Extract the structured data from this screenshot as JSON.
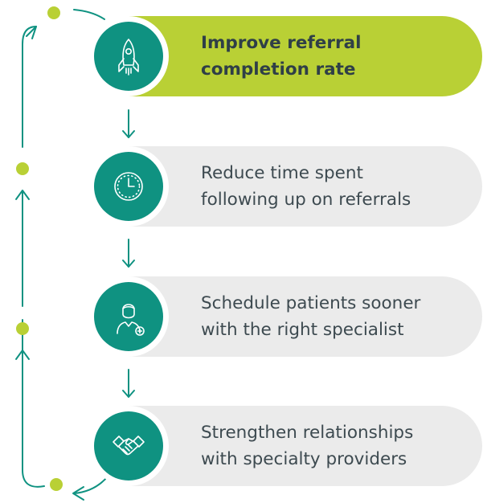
{
  "steps": [
    {
      "lines": [
        "Improve referral",
        "completion rate"
      ],
      "icon": "rocket-icon",
      "highlighted": true
    },
    {
      "lines": [
        "Reduce time spent",
        "following up on referrals"
      ],
      "icon": "clock-icon",
      "highlighted": false
    },
    {
      "lines": [
        "Schedule patients sooner",
        "with the right specialist"
      ],
      "icon": "doctor-icon",
      "highlighted": false
    },
    {
      "lines": [
        "Strengthen relationships",
        "with specialty providers"
      ],
      "icon": "handshake-icon",
      "highlighted": false
    }
  ],
  "colors": {
    "accent_green": "#b9d035",
    "teal": "#0f9281",
    "pill_gray": "#ebebeb",
    "text": "#3d4a50"
  }
}
